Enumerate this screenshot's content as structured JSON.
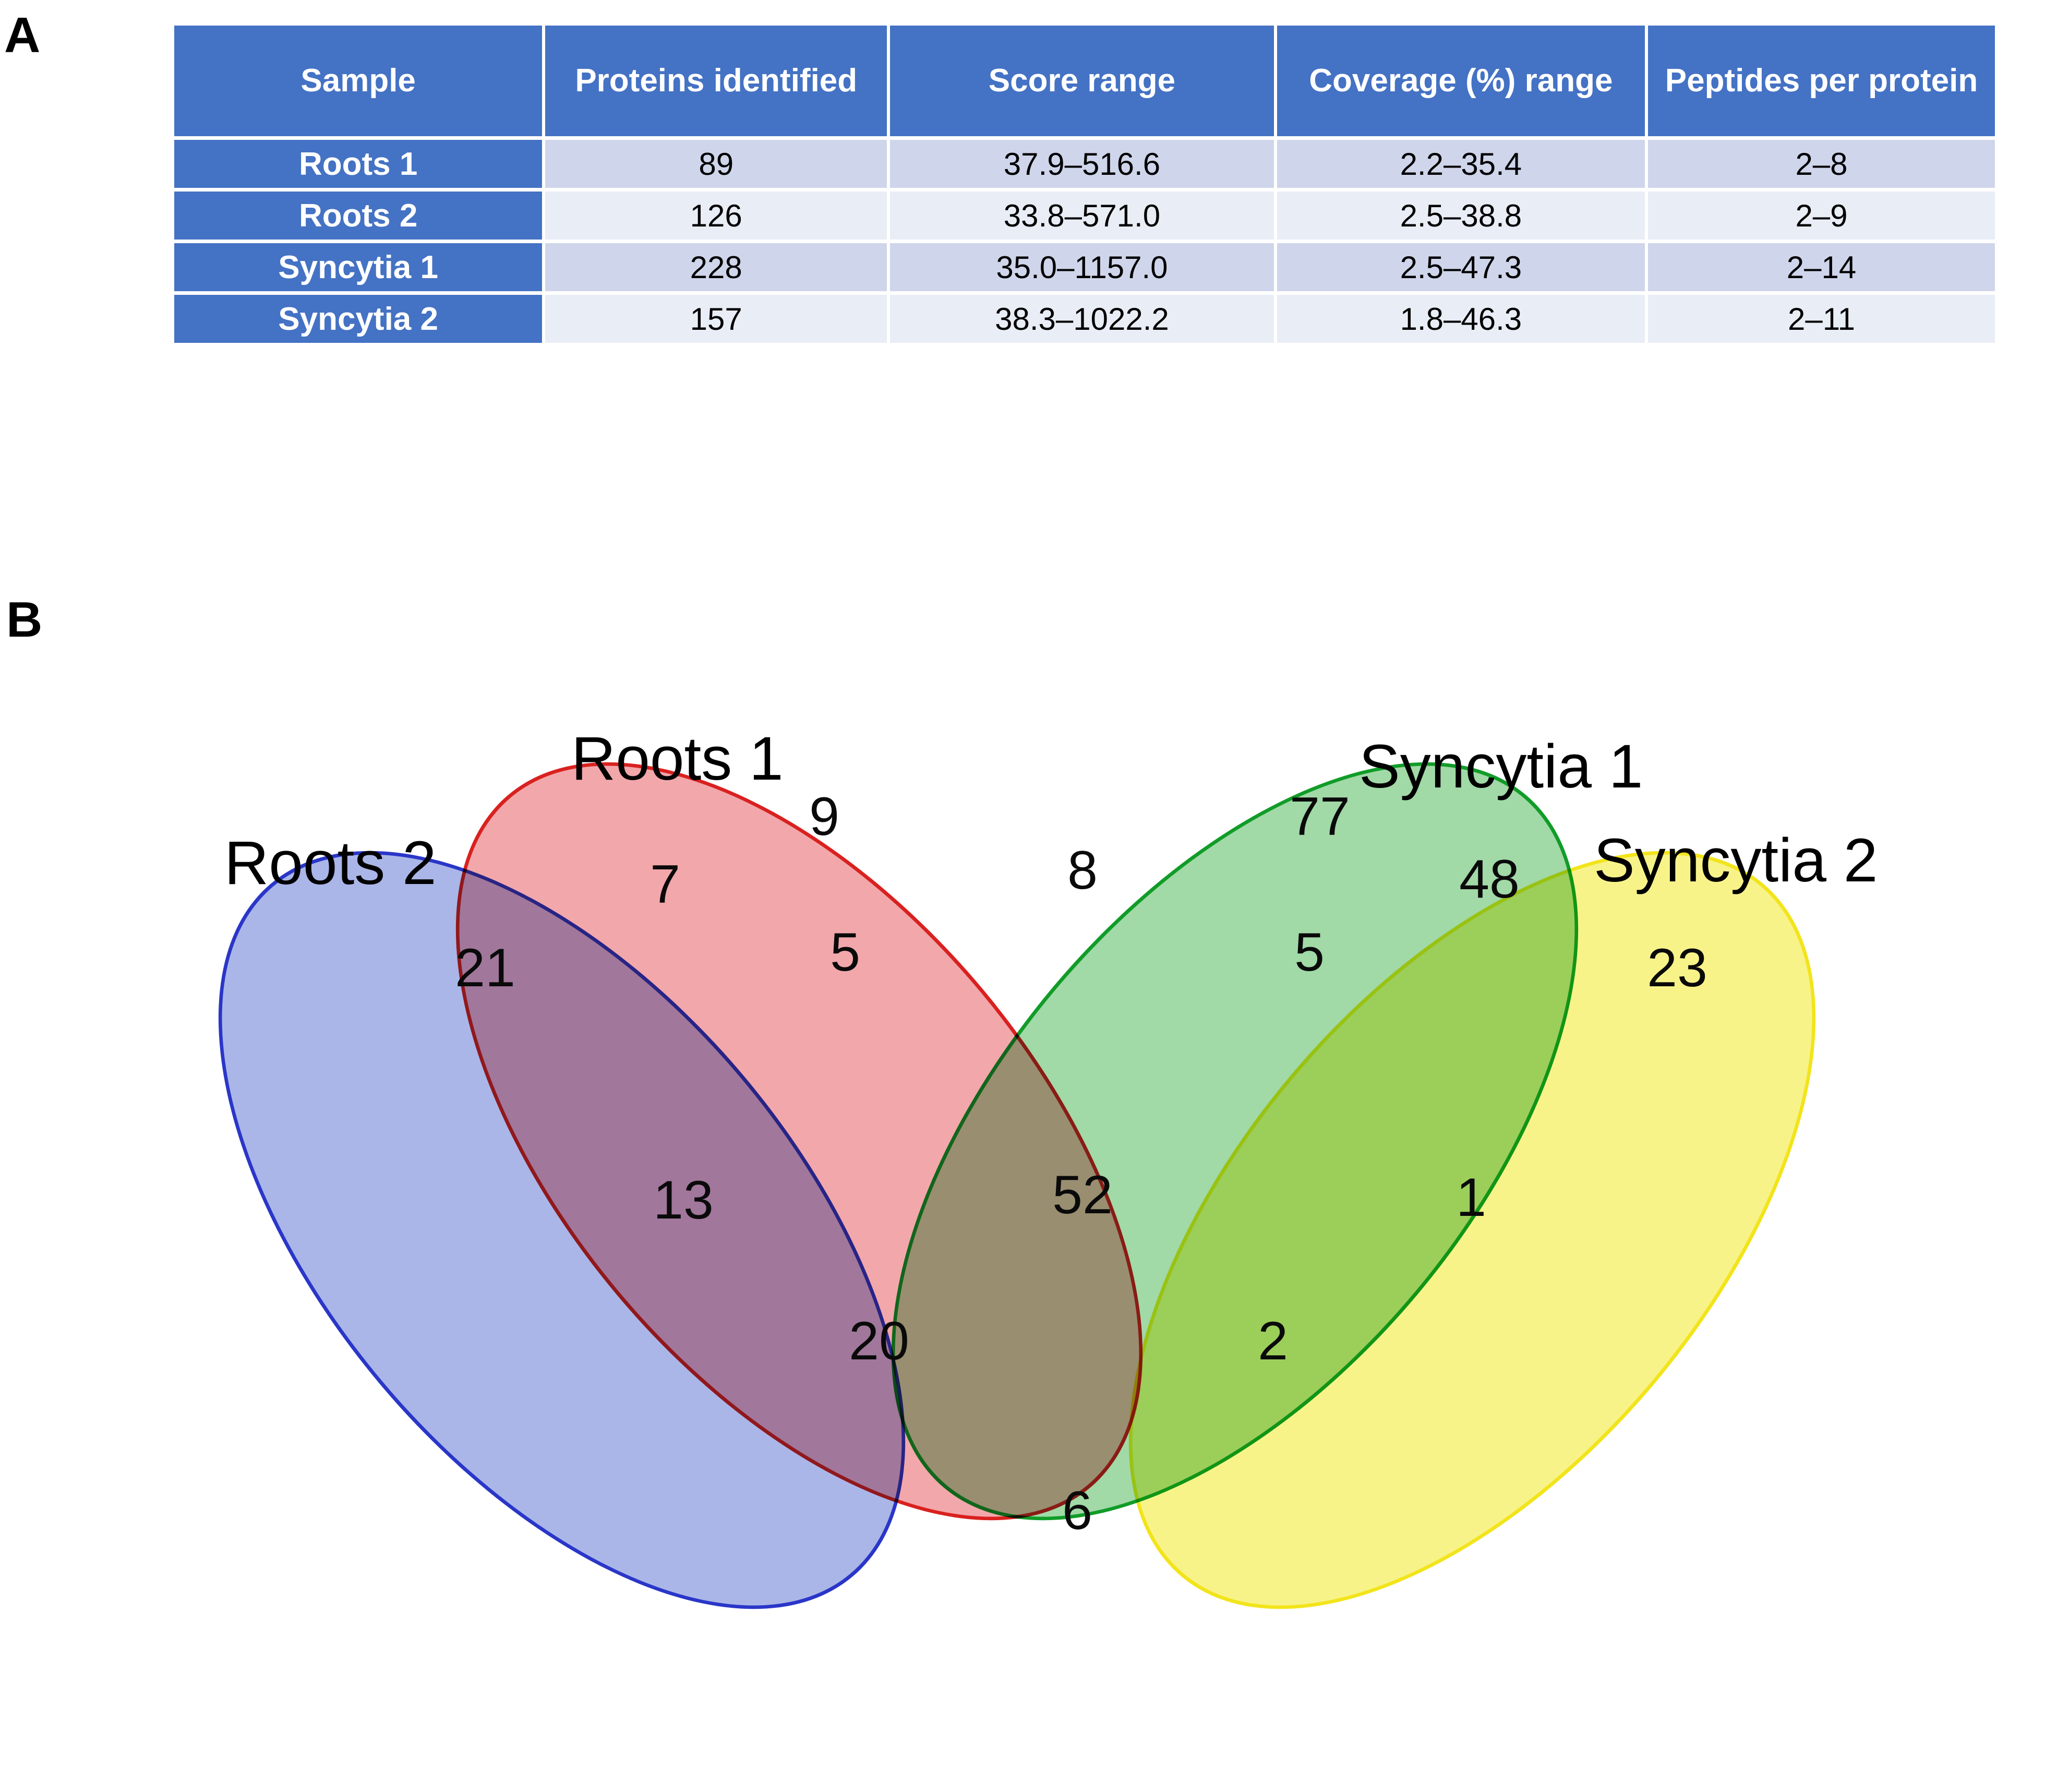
{
  "panels": {
    "a_letter": "A",
    "b_letter": "B"
  },
  "table": {
    "columns": [
      "Sample",
      "Proteins identified",
      "Score range",
      "Coverage (%) range",
      "Peptides per protein"
    ],
    "rows": [
      {
        "sample": "Roots 1",
        "proteins": "89",
        "score_range": "37.9–516.6",
        "coverage_range": "2.2–35.4",
        "peptides": "2–8"
      },
      {
        "sample": "Roots 2",
        "proteins": "126",
        "score_range": "33.8–571.0",
        "coverage_range": "2.5–38.8",
        "peptides": "2–9"
      },
      {
        "sample": "Syncytia 1",
        "proteins": "228",
        "score_range": "35.0–1157.0",
        "coverage_range": "2.5–47.3",
        "peptides": "2–14"
      },
      {
        "sample": "Syncytia 2",
        "proteins": "157",
        "score_range": "38.3–1022.2",
        "coverage_range": "1.8–46.3",
        "peptides": "2–11"
      }
    ],
    "header_color": "#4472C4",
    "row_odd_color": "#CFD5EA",
    "row_even_color": "#E9EDF5"
  },
  "chart_data": {
    "type": "venn",
    "title": "",
    "sets": [
      {
        "key": "roots2",
        "label": "Roots 2",
        "color": "#4B63CD",
        "total": 126
      },
      {
        "key": "roots1",
        "label": "Roots 1",
        "color": "#D9211F",
        "total": 89
      },
      {
        "key": "syncytia1",
        "label": "Syncytia 1",
        "color": "#2EAA3C",
        "total": 228
      },
      {
        "key": "syncytia2",
        "label": "Syncytia 2",
        "color": "#F3E928",
        "total": 157
      }
    ],
    "regions": [
      {
        "id": "roots1_only",
        "sets": [
          "roots1"
        ],
        "value": 9
      },
      {
        "id": "syncytia1_only",
        "sets": [
          "syncytia1"
        ],
        "value": 77
      },
      {
        "id": "roots2_only",
        "sets": [
          "roots2"
        ],
        "value": 21
      },
      {
        "id": "syncytia2_only",
        "sets": [
          "syncytia2"
        ],
        "value": 23
      },
      {
        "id": "roots2_roots1",
        "sets": [
          "roots2",
          "roots1"
        ],
        "value": 7
      },
      {
        "id": "roots1_syncytia1",
        "sets": [
          "roots1",
          "syncytia1"
        ],
        "value": 8
      },
      {
        "id": "syncytia1_syncytia2",
        "sets": [
          "syncytia1",
          "syncytia2"
        ],
        "value": 48
      },
      {
        "id": "roots2_roots1_syncytia1",
        "sets": [
          "roots2",
          "roots1",
          "syncytia1"
        ],
        "value": 5
      },
      {
        "id": "roots1_syncytia1_syncytia2",
        "sets": [
          "roots1",
          "syncytia1",
          "syncytia2"
        ],
        "value": 5
      },
      {
        "id": "roots2_syncytia1",
        "sets": [
          "roots2",
          "syncytia1"
        ],
        "value": 13
      },
      {
        "id": "all_four",
        "sets": [
          "roots2",
          "roots1",
          "syncytia1",
          "syncytia2"
        ],
        "value": 52
      },
      {
        "id": "roots1_syncytia2",
        "sets": [
          "roots1",
          "syncytia2"
        ],
        "value": 1
      },
      {
        "id": "roots2_syncytia1_syncytia2",
        "sets": [
          "roots2",
          "syncytia1",
          "syncytia2"
        ],
        "value": 20
      },
      {
        "id": "roots1_roots2_syncytia2",
        "sets": [
          "roots1",
          "roots2",
          "syncytia2"
        ],
        "value": 2
      },
      {
        "id": "roots2_syncytia2",
        "sets": [
          "roots2",
          "syncytia2"
        ],
        "value": 6
      }
    ],
    "labels": {
      "roots1": "Roots 1",
      "roots2": "Roots 2",
      "syncytia1": "Syncytia 1",
      "syncytia2": "Syncytia 2"
    },
    "values": {
      "roots1_only": "9",
      "syncytia1_only": "77",
      "roots2_only": "21",
      "syncytia2_only": "23",
      "roots2_roots1": "7",
      "roots1_syncytia1": "8",
      "syncytia1_syncytia2": "48",
      "roots2_roots1_syncytia1": "5",
      "roots1_syncytia1_syncytia2": "5",
      "roots2_syncytia1": "13",
      "all_four": "52",
      "roots1_syncytia2": "1",
      "roots2_syncytia1_syncytia2": "20",
      "roots1_roots2_syncytia2": "2",
      "roots2_syncytia2": "6"
    }
  }
}
